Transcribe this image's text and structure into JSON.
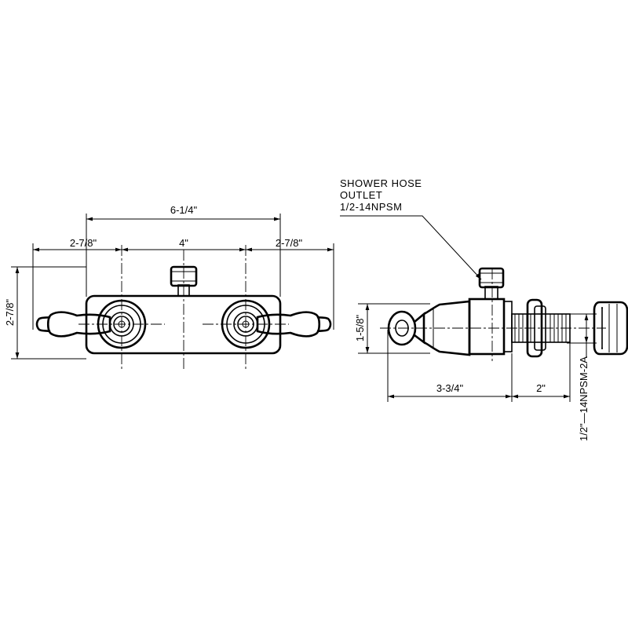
{
  "front_view": {
    "overall_width": "6-1/4\"",
    "left_spacing": "2-7/8\"",
    "center_spacing": "4\"",
    "right_spacing": "2-7/8\"",
    "height": "2-7/8\""
  },
  "side_view": {
    "outlet_label_line1": "SHOWER HOSE",
    "outlet_label_line2": "OUTLET",
    "outlet_label_line3": "1/2-14NPSM",
    "body_height": "1-5/8\"",
    "body_depth": "3-3/4\"",
    "shank_length": "2\"",
    "shank_thread": "1/2\"—14NPSM-2A"
  },
  "colors": {
    "line": "#000000",
    "background": "#ffffff"
  }
}
